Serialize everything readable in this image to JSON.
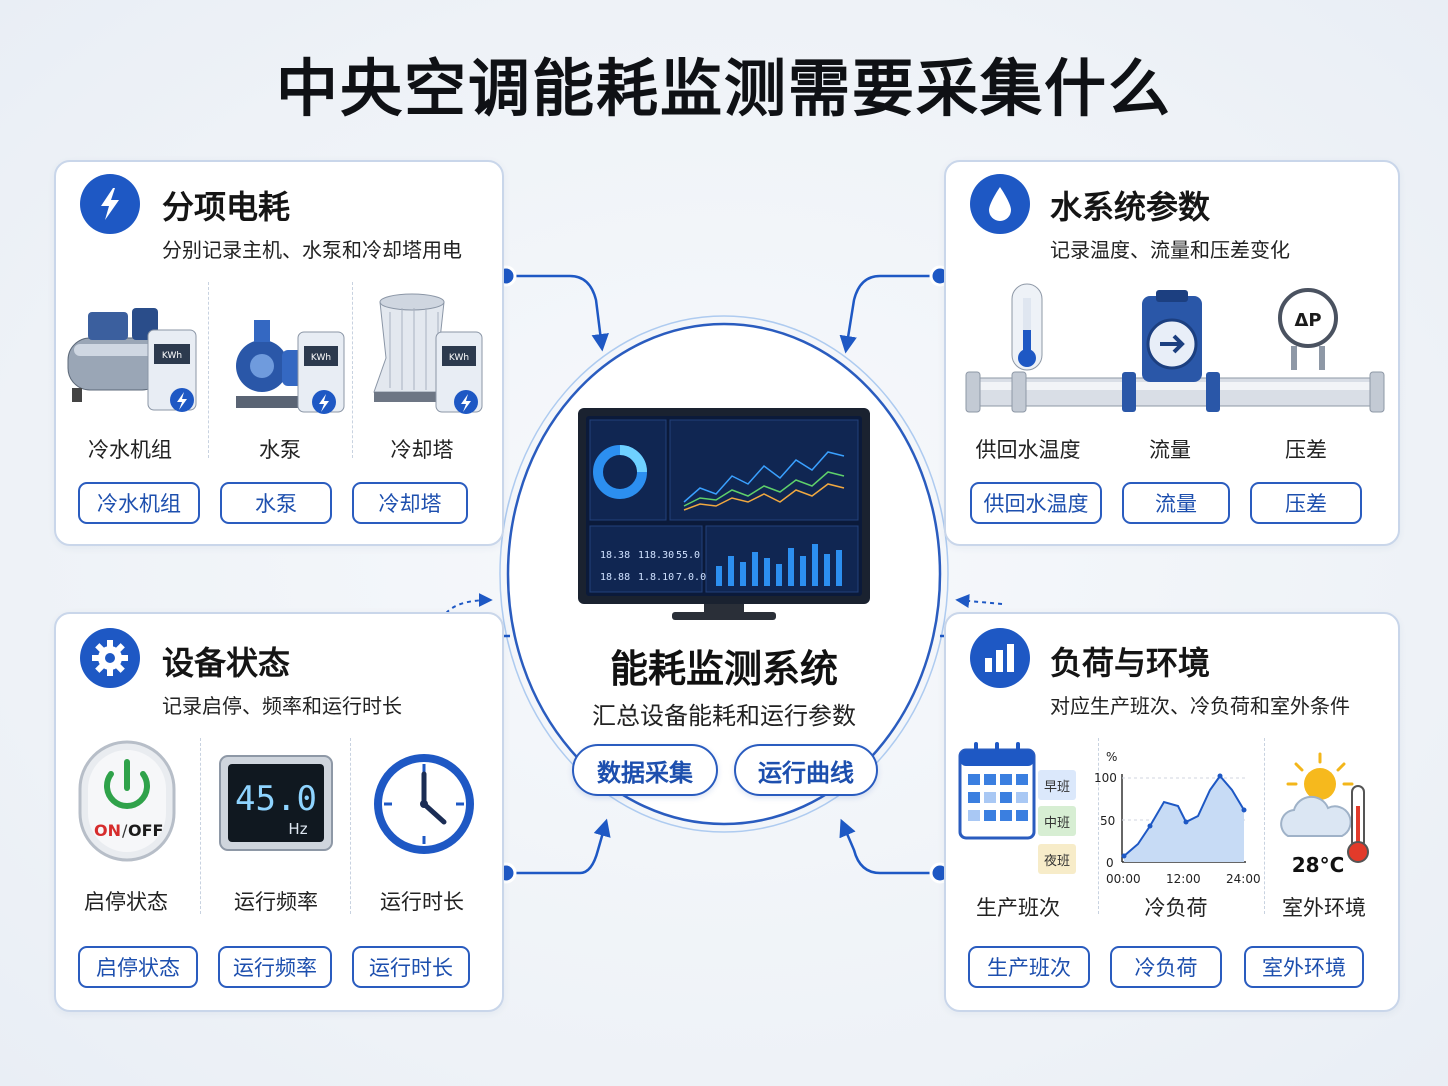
{
  "title": "中央空调能耗监测需要采集什么",
  "center": {
    "title": "能耗监测系统",
    "subtitle": "汇总设备能耗和运行参数",
    "buttons": [
      "数据采集",
      "运行曲线"
    ],
    "monitor": {
      "stats": [
        "18.38",
        "118.30",
        "55.0",
        "18.88",
        "1.8.10",
        "7.0.0"
      ]
    }
  },
  "panels": {
    "power": {
      "title": "分项电耗",
      "subtitle": "分别记录主机、水泵和冷却塔用电",
      "items": [
        "冷水机组",
        "水泵",
        "冷却塔"
      ],
      "tags": [
        "冷水机组",
        "水泵",
        "冷却塔"
      ],
      "meter_text": "KWh"
    },
    "water": {
      "title": "水系统参数",
      "subtitle": "记录温度、流量和压差变化",
      "items": [
        "供回水温度",
        "流量",
        "压差"
      ],
      "tags": [
        "供回水温度",
        "流量",
        "压差"
      ],
      "gauge_text": "ΔP"
    },
    "status": {
      "title": "设备状态",
      "subtitle": "记录启停、频率和运行时长",
      "items": [
        "启停状态",
        "运行频率",
        "运行时长"
      ],
      "tags": [
        "启停状态",
        "运行频率",
        "运行时长"
      ],
      "power_button": {
        "on": "ON",
        "sep": "/",
        "off": "OFF"
      },
      "freq_value": "45.0",
      "freq_unit": "Hz"
    },
    "load": {
      "title": "负荷与环境",
      "subtitle": "对应生产班次、冷负荷和室外条件",
      "items": [
        "生产班次",
        "冷负荷",
        "室外环境"
      ],
      "tags": [
        "生产班次",
        "冷负荷",
        "室外环境"
      ],
      "shifts": [
        "早班",
        "中班",
        "夜班"
      ],
      "chart": {
        "ylabel": "%",
        "yticks": [
          "100",
          "50",
          "0"
        ],
        "xticks": [
          "00:00",
          "12:00",
          "24:00"
        ]
      },
      "temperature": "28°C"
    }
  },
  "colors": {
    "accent": "#1e58c4",
    "tag_border": "#2a5cbf",
    "panel_border": "#c9d6ea"
  }
}
